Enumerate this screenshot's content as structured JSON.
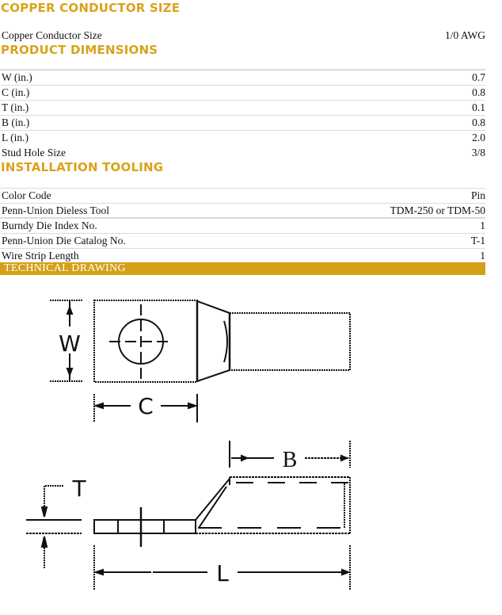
{
  "sections": {
    "copper": {
      "title": "COPPER CONDUCTOR SIZE",
      "rows": [
        {
          "label": "Copper Conductor Size",
          "value": "1/0 AWG"
        }
      ]
    },
    "dimensions": {
      "title": "PRODUCT DIMENSIONS",
      "rows": [
        {
          "label": "W (in.)",
          "value": "0.7"
        },
        {
          "label": "C (in.)",
          "value": "0.8"
        },
        {
          "label": "T (in.)",
          "value": "0.1"
        },
        {
          "label": "B (in.)",
          "value": "0.8"
        },
        {
          "label": "L (in.)",
          "value": "2.0"
        },
        {
          "label": "Stud Hole Size",
          "value": "3/8"
        }
      ]
    },
    "tooling": {
      "title": "INSTALLATION TOOLING",
      "rows": [
        {
          "label": "Color Code",
          "value": "Pin"
        },
        {
          "label": "Penn-Union Dieless Tool",
          "value": "TDM-250 or TDM-50"
        },
        {
          "label": "Burndy Die Index No.",
          "value": "1"
        },
        {
          "label": "Penn-Union Die Catalog No.",
          "value": "T-1"
        },
        {
          "label": "Wire Strip Length",
          "value": "1"
        }
      ]
    },
    "drawing": {
      "title": "TECHNICAL DRAWING",
      "labels": {
        "w": "W",
        "c": "C",
        "t": "T",
        "b": "B",
        "l": "L"
      }
    }
  },
  "colors": {
    "heading": "#d9a31a",
    "bar": "#d4a017",
    "rule": "#d9dce0"
  }
}
